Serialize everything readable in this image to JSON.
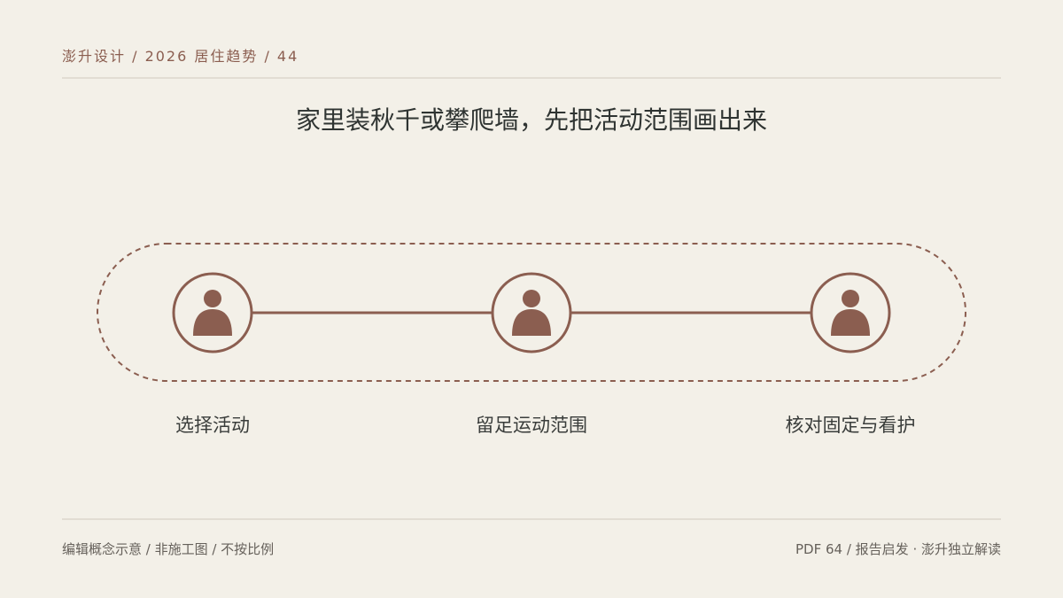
{
  "header": {
    "breadcrumb": "澎升设计 / 2026 居住趋势 / 44"
  },
  "title": "家里装秋千或攀爬墙，先把活动范围画出来",
  "diagram": {
    "steps": [
      {
        "label": "选择活动",
        "icon": "person-icon"
      },
      {
        "label": "留足运动范围",
        "icon": "person-icon"
      },
      {
        "label": "核对固定与看护",
        "icon": "person-icon"
      }
    ]
  },
  "footer": {
    "left": "编辑概念示意 / 非施工图 / 不按比例",
    "right": "PDF 64 / 报告启发 · 澎升独立解读"
  },
  "colors": {
    "background": "#f3f0e8",
    "accent": "#8b5e50",
    "title_text": "#2f3432",
    "rule": "#e2ddd3"
  }
}
